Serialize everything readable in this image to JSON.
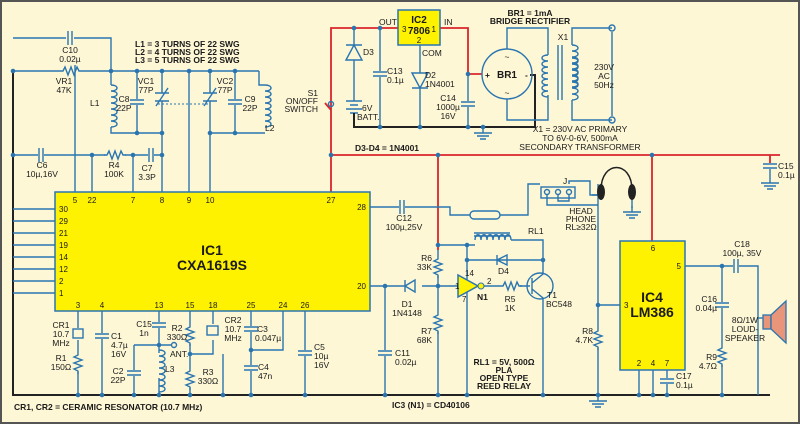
{
  "colors": {
    "background": "#fdf7d6",
    "wire": "#2a75b0",
    "supply": "#d9262c",
    "ground_bus": "#222222",
    "ic_fill": "#fff200",
    "speaker": "#e8957a"
  },
  "notes": {
    "coils": [
      "L1 = 3 TURNS OF 22 SWG",
      "L2 = 4 TURNS OF 22 SWG",
      "L3 = 5 TURNS OF 22 SWG"
    ],
    "br1": [
      "BR1 = 1mA",
      "BRIDGE RECTIFIER"
    ],
    "x1": [
      "X1 = 230V AC PRIMARY",
      "TO 6V-0-6V, 500mA",
      "SECONDARY TRANSFORMER"
    ],
    "diodes": "D3-D4 = 1N4001",
    "resonators": "CR1, CR2 = CERAMIC RESONATOR (10.7 MHz)",
    "ic3": "IC3 (N1) = CD40106",
    "relay": [
      "RL1  = 5V, 500Ω",
      "PLA",
      "OPEN TYPE",
      "REED RELAY"
    ]
  },
  "ic1": {
    "name": "IC1",
    "part": "CXA1619S",
    "pins_top": [
      "5",
      "22",
      "7",
      "8",
      "9",
      "10",
      "27"
    ],
    "pins_left": [
      "30",
      "29",
      "21",
      "19",
      "14",
      "12",
      "2",
      "1"
    ],
    "pins_right": [
      "28",
      "20"
    ],
    "pins_bottom": [
      "3",
      "4",
      "13",
      "15",
      "18",
      "25",
      "24",
      "26"
    ]
  },
  "ic2": {
    "name": "IC2",
    "part": "7806",
    "pin_out": "3",
    "pin_in": "1",
    "pin_com": "2",
    "out": "OUT",
    "in": "IN",
    "com": "COM"
  },
  "ic4": {
    "name": "IC4",
    "part": "LM386",
    "pins": [
      "6",
      "5",
      "3",
      "2",
      "4",
      "7"
    ]
  },
  "n1": {
    "name": "N1",
    "pin_in": "1",
    "pin_out": "2",
    "pin_vdd": "14",
    "pin_gnd": "7"
  },
  "br1": {
    "name": "BR1",
    "plus": "+",
    "minus": "-",
    "ac": "~"
  },
  "x1": {
    "name": "X1",
    "mains": [
      "230V",
      "AC",
      "50Hz"
    ]
  },
  "jack": {
    "name": "J"
  },
  "headphone": [
    "HEAD",
    "PHONE",
    "RL≥32Ω"
  ],
  "speaker": [
    "8Ω/1W",
    "LOUD-",
    "SPEAKER"
  ],
  "switch": [
    "S1",
    "ON/OFF",
    "SWITCH"
  ],
  "battery": [
    "6V",
    "BATT."
  ],
  "antenna": "ANT.",
  "c": {
    "C10": [
      "C10",
      "0.02µ"
    ],
    "VR1": [
      "VR1",
      "47K"
    ],
    "L1": "L1",
    "C8": [
      "C8",
      "22P"
    ],
    "VC1": [
      "VC1",
      "77P"
    ],
    "VC2": [
      "VC2",
      "77P"
    ],
    "C9": [
      "C9",
      "22P"
    ],
    "L2": "L2",
    "C6": [
      "C6",
      "10µ,16V"
    ],
    "R4": [
      "R4",
      "100K"
    ],
    "C7": [
      "C7",
      "3.3P"
    ],
    "D3": "D3",
    "C13": [
      "C13",
      "0.1µ"
    ],
    "D2": [
      "D2",
      "1N4001"
    ],
    "C14": [
      "C14",
      "1000µ",
      "16V"
    ],
    "C15a": [
      "C15",
      "0.1µ"
    ],
    "C12": [
      "C12",
      "100µ,25V"
    ],
    "RL1": "RL1",
    "R6": [
      "R6",
      "33K"
    ],
    "D1": [
      "D1",
      "1N4148"
    ],
    "D4": "D4",
    "R5": [
      "R5",
      "1K"
    ],
    "T1": [
      "T1",
      "BC548"
    ],
    "R7": [
      "R7",
      "68K"
    ],
    "C11": [
      "C11",
      "0.02µ"
    ],
    "R8": [
      "R8",
      "4.7K"
    ],
    "C18": [
      "C18",
      "100µ, 35V"
    ],
    "C16": [
      "C16",
      "0.04µ"
    ],
    "C17": [
      "C17",
      "0.1µ"
    ],
    "R9": [
      "R9",
      "4.7Ω"
    ],
    "CR1": [
      "CR1",
      "10.7",
      "MHz"
    ],
    "R1": [
      "R1",
      "150Ω"
    ],
    "C1": [
      "C1",
      "4.7µ",
      "16V"
    ],
    "C15b": [
      "C15",
      "1n"
    ],
    "C2": [
      "C2",
      "22P"
    ],
    "R2": [
      "R2",
      "330Ω"
    ],
    "L3": "L3",
    "R3": [
      "R3",
      "330Ω"
    ],
    "CR2": [
      "CR2",
      "10.7",
      "MHz"
    ],
    "C3": [
      "C3",
      "0.047µ"
    ],
    "C4": [
      "C4",
      "47n"
    ],
    "C5": [
      "C5",
      "10µ",
      "16V"
    ]
  }
}
